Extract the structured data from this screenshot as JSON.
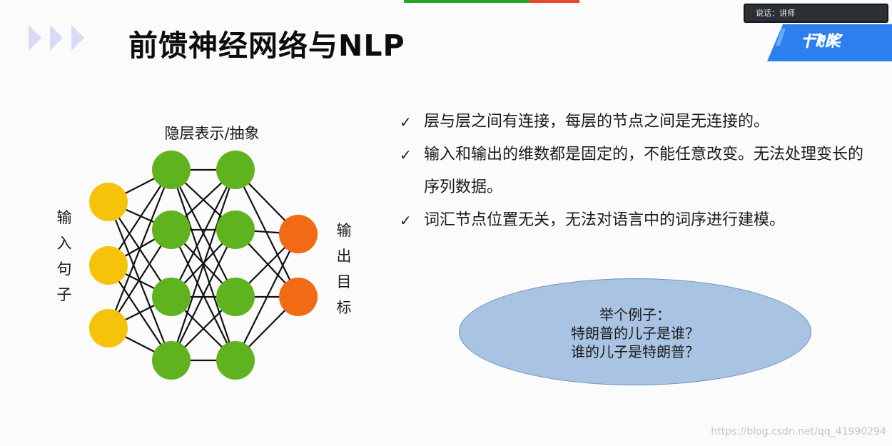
{
  "slide": {
    "title": "前馈神经网络与NLP",
    "watermark": "https://blog.csdn.net/qq_41990294"
  },
  "overlay": {
    "speaker_label": "说话：讲师",
    "brand_logo": "飞桨"
  },
  "diagram": {
    "hidden_label": "隐层表示/抽象",
    "input_label_chars": [
      "输",
      "入",
      "句",
      "子"
    ],
    "output_label_chars": [
      "输",
      "出",
      "目",
      "标"
    ],
    "layers": [
      {
        "name": "input",
        "count": 3,
        "color": "#f7c30a"
      },
      {
        "name": "hidden-1",
        "count": 4,
        "color": "#5fb31f"
      },
      {
        "name": "hidden-2",
        "count": 4,
        "color": "#5fb31f"
      },
      {
        "name": "output",
        "count": 2,
        "color": "#f26a15"
      }
    ]
  },
  "bullets": [
    "层与层之间有连接，每层的节点之间是无连接的。",
    "输入和输出的维数都是固定的，不能任意改变。无法处理变长的序列数据。",
    "词汇节点位置无关，无法对语言中的词序进行建模。"
  ],
  "checkmark": "✓",
  "example": {
    "heading": "举个例子：",
    "line1": "特朗普的儿子是谁？",
    "line2": "谁的儿子是特朗普？"
  },
  "colors": {
    "accent_blue": "#2d7ff0",
    "ellipse_fill": "#a9c3e3"
  }
}
